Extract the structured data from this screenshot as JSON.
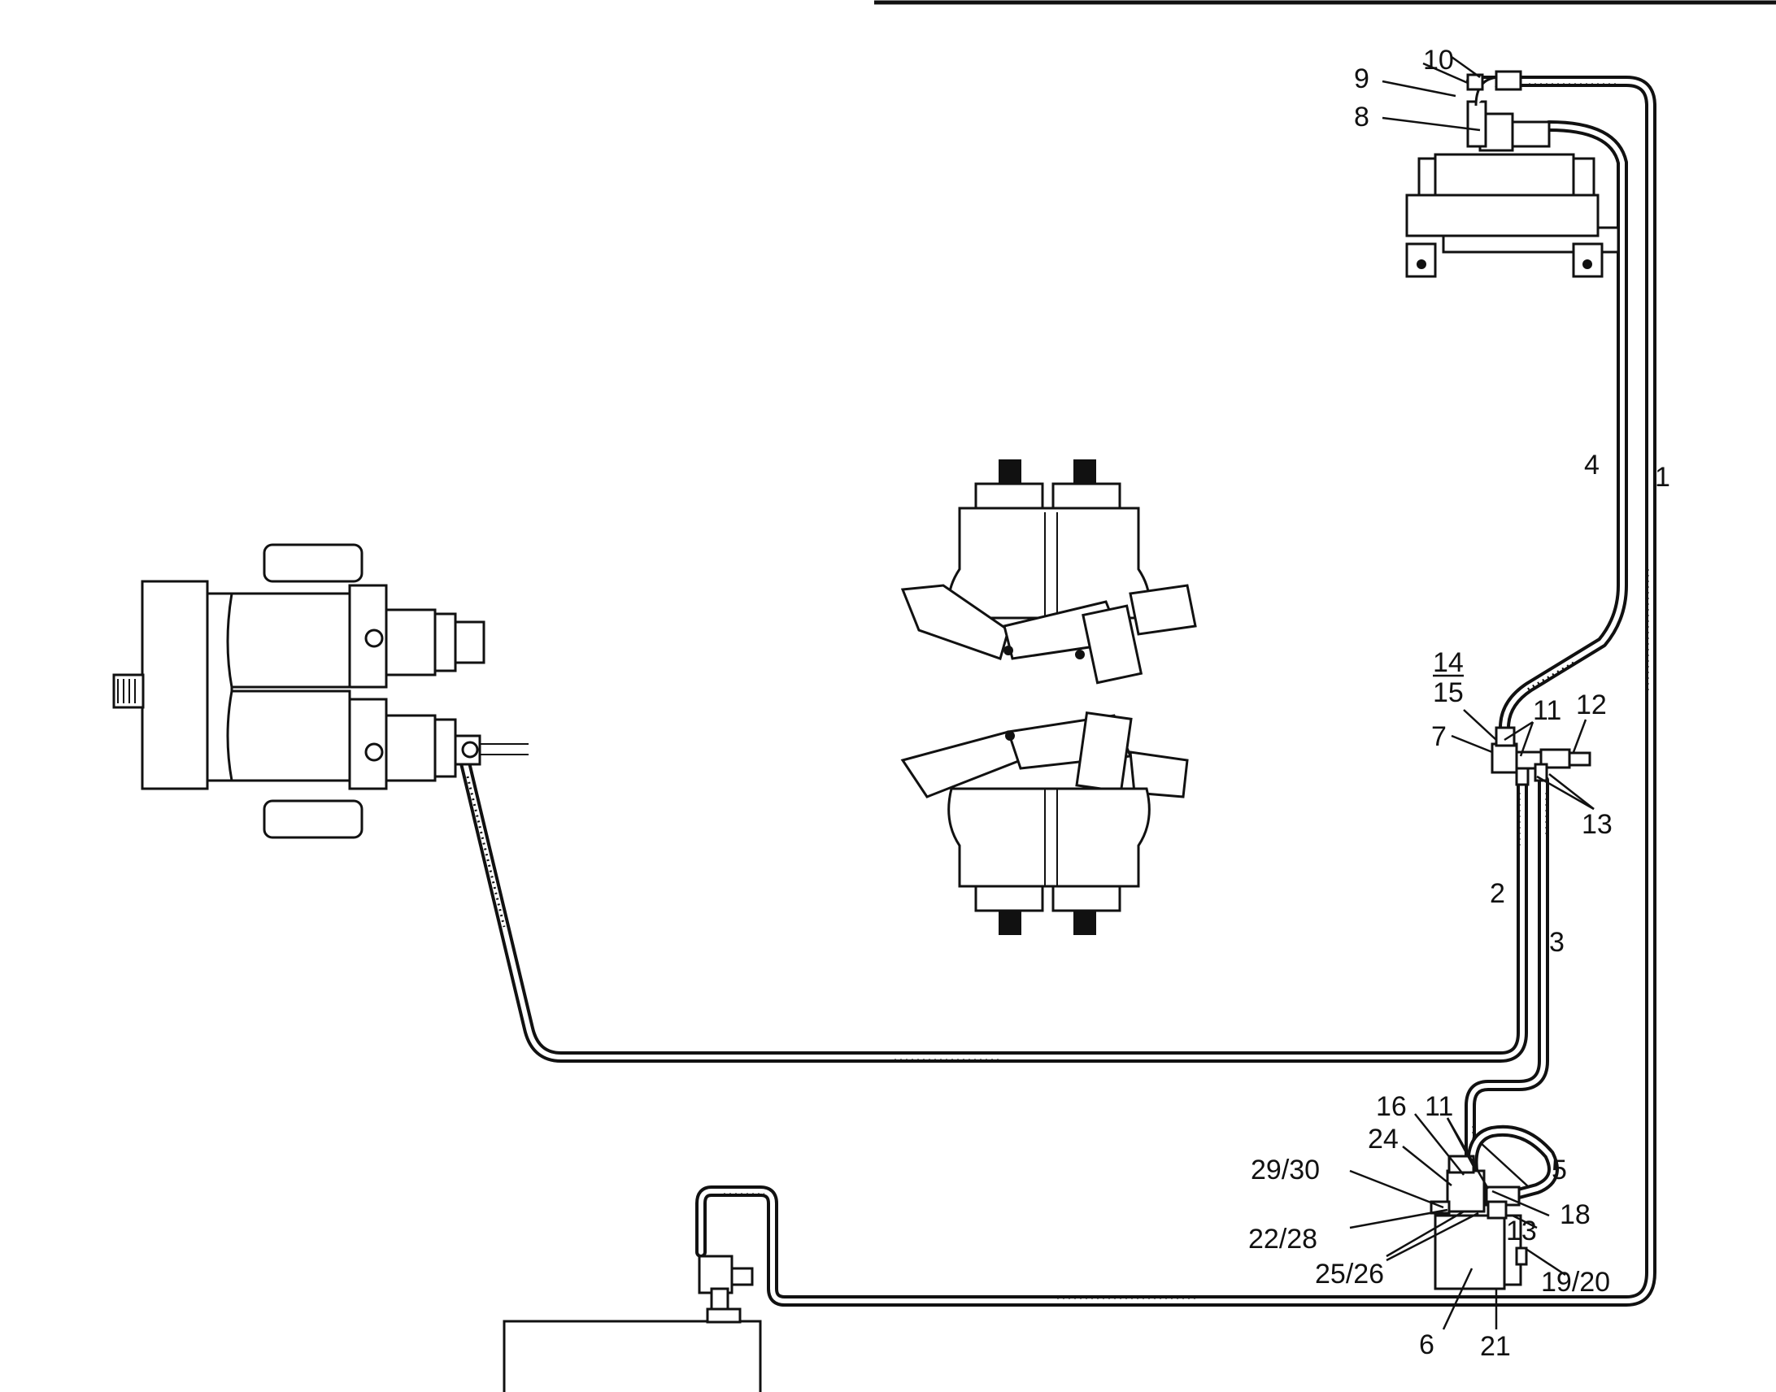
{
  "diagram": {
    "callouts": [
      "1",
      "2",
      "3",
      "4",
      "5",
      "6",
      "7",
      "8",
      "9",
      "10",
      "11",
      "11",
      "12",
      "13",
      "13",
      "14",
      "15",
      "16",
      "18",
      "19/20",
      "21",
      "22/28",
      "24",
      "25/26",
      "29/30"
    ]
  },
  "colors": {
    "ink": "#111111",
    "paper": "#ffffff"
  }
}
